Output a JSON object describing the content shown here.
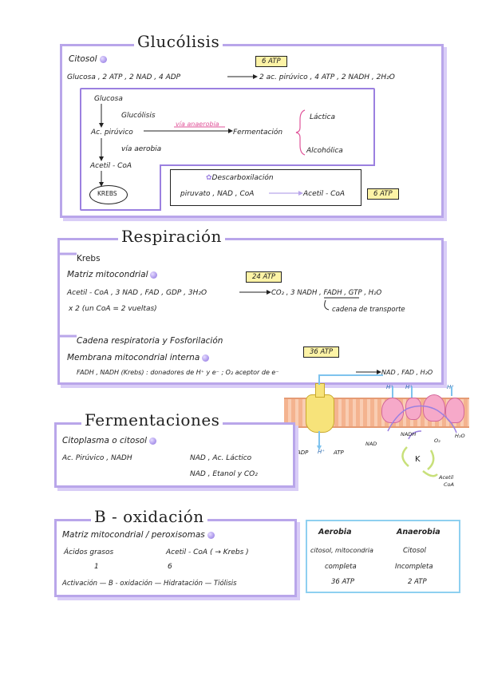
{
  "glucolisis": {
    "title": "Glucólisis",
    "location": "Citosol",
    "atp_badge": "6 ATP",
    "equation_left": "Glucosa , 2 ATP , 2 NAD , 4 ADP",
    "equation_right": "2 ac. pirúvico , 4 ATP , 2 NADH , 2H₂O",
    "flow": {
      "glucosa": "Glucosa",
      "glucolisis": "Glucólisis",
      "ac_piruvico": "Ac. pirúvico",
      "via_anaerobia": "vía anaerobia",
      "fermentacion": "Fermentación",
      "lactica": "Láctica",
      "alcoholica": "Alcohólica",
      "via_aerobia": "vía aerobia",
      "acetil_coa": "Acetil - CoA",
      "krebs": "KREBS"
    },
    "descarboxilacion": {
      "title": "Descarboxilación",
      "left": "piruvato , NAD , CoA",
      "right": "Acetil - CoA",
      "atp_badge": "6 ATP"
    }
  },
  "respiracion": {
    "title": "Respiración",
    "krebs": {
      "heading": "Krebs",
      "location": "Matriz mitocondrial",
      "atp_badge": "24 ATP",
      "equation_left": "Acetil - CoA , 3 NAD , FAD , GDP , 3H₂O",
      "equation_right": "CO₂ , 3 NADH , FADH , GTP , H₂O",
      "note_left": "x 2 (un CoA = 2 vueltas)",
      "note_right": "cadena de transporte"
    },
    "cadena": {
      "heading": "Cadena respiratoria y Fosforilación",
      "location": "Membrana mitocondrial interna",
      "atp_badge": "36 ATP",
      "equation_left": "FADH , NADH (Krebs) : donadores de H⁺ y e⁻ ; O₂ aceptor de e⁻",
      "equation_right": "NAD , FAD , H₂O"
    }
  },
  "diagram": {
    "h_top_1": "H⁺",
    "h_top_2": "H⁺",
    "h_top_3": "H⁺",
    "adp": "ADP",
    "h_bottom": "H⁺",
    "atp": "ATP",
    "nad": "NAD",
    "nadh": "NADH",
    "o2": "O₂",
    "h2o": "H₂O",
    "k": "K",
    "acetil": "Acetil",
    "coa": "CoA"
  },
  "fermentaciones": {
    "title": "Fermentaciones",
    "location": "Citoplasma o citosol",
    "line1_left": "Ac. Pirúvico , NADH",
    "line1_right": "NAD , Ac. Láctico",
    "line2_right": "NAD , Etanol y CO₂"
  },
  "beta": {
    "title": "B - oxidación",
    "location": "Matriz mitocondrial / peroxisomas",
    "line1_left": "Ácidos grasos",
    "line1_right": "Acetil - CoA ( → Krebs )",
    "line2_left": "1",
    "line2_right": "6",
    "line3": "Activación — B - oxidación — Hidratación — Tiólisis"
  },
  "table": {
    "headers": [
      "Aerobia",
      "Anaerobia"
    ],
    "rows": [
      [
        "citosol, mitocondria",
        "Citosol"
      ],
      [
        "completa",
        "Incompleta"
      ],
      [
        "36 ATP",
        "2 ATP"
      ]
    ]
  }
}
